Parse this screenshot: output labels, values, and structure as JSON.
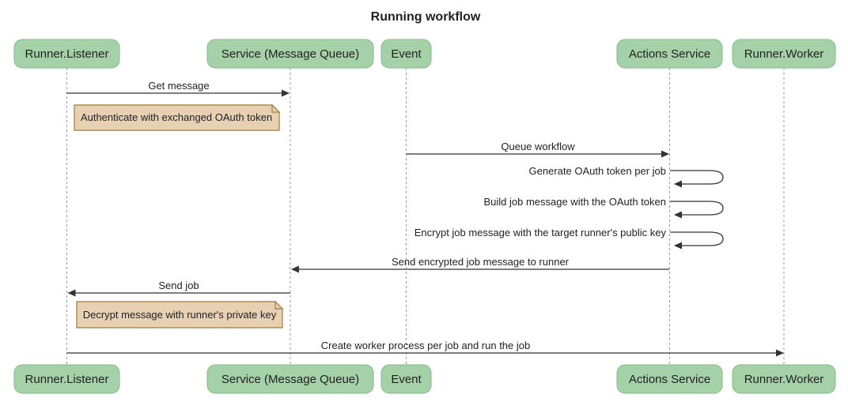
{
  "title": "Running workflow",
  "colors": {
    "background": "#ffffff",
    "actor_fill": "#a5d1a8",
    "actor_border": "#86b989",
    "note_fill": "#e8d0b3",
    "note_border": "#aa8b55",
    "lifeline": "#999999",
    "line": "#333333",
    "text": "#222222"
  },
  "actors": [
    {
      "label": "Runner.Listener"
    },
    {
      "label": "Service (Message Queue)"
    },
    {
      "label": "Event"
    },
    {
      "label": "Actions Service"
    },
    {
      "label": "Runner.Worker"
    }
  ],
  "messages": [
    {
      "label": "Get message",
      "from": "Runner.Listener",
      "to": "Service (Message Queue)",
      "kind": "arrow"
    },
    {
      "label": "Queue workflow",
      "from": "Event",
      "to": "Actions Service",
      "kind": "arrow"
    },
    {
      "label": "Generate OAuth token per job",
      "from": "Actions Service",
      "to": "Actions Service",
      "kind": "self"
    },
    {
      "label": "Build job message with the OAuth token",
      "from": "Actions Service",
      "to": "Actions Service",
      "kind": "self"
    },
    {
      "label": "Encrypt job message with the target runner's public key",
      "from": "Actions Service",
      "to": "Actions Service",
      "kind": "self"
    },
    {
      "label": "Send encrypted job message to runner",
      "from": "Actions Service",
      "to": "Service (Message Queue)",
      "kind": "arrow"
    },
    {
      "label": "Send job",
      "from": "Service (Message Queue)",
      "to": "Runner.Listener",
      "kind": "arrow"
    },
    {
      "label": "Create worker process per job and run the job",
      "from": "Runner.Listener",
      "to": "Runner.Worker",
      "kind": "arrow"
    }
  ],
  "notes": [
    {
      "label": "Authenticate with exchanged OAuth token",
      "over": "Runner.Listener, Service (Message Queue)"
    },
    {
      "label": "Decrypt message with runner's private key",
      "over": "Runner.Listener, Service (Message Queue)"
    }
  ]
}
